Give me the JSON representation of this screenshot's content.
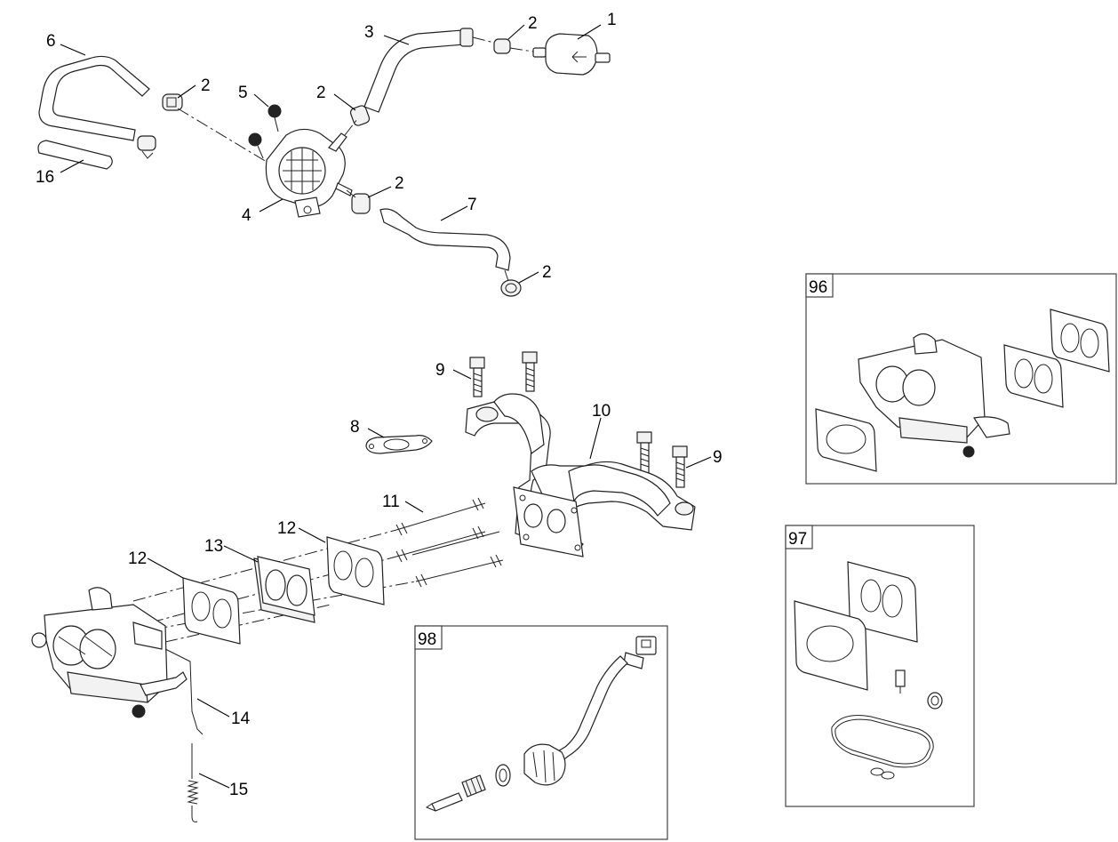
{
  "callouts": {
    "c1": "1",
    "c2a": "2",
    "c2b": "2",
    "c2c": "2",
    "c2d": "2",
    "c2e": "2",
    "c3": "3",
    "c4": "4",
    "c5": "5",
    "c6": "6",
    "c7": "7",
    "c8": "8",
    "c9a": "9",
    "c9b": "9",
    "c10": "10",
    "c11": "11",
    "c12a": "12",
    "c12b": "12",
    "c13": "13",
    "c14": "14",
    "c15": "15",
    "c16": "16"
  },
  "kits": {
    "k96": "96",
    "k97": "97",
    "k98": "98"
  },
  "icons": [
    "fuel-filter-icon",
    "fuel-pump-icon",
    "hose-clamp-icon",
    "carburetor-icon",
    "intake-manifold-icon",
    "gasket-icon",
    "stud-icon",
    "bolt-icon",
    "spring-icon",
    "solenoid-icon"
  ]
}
